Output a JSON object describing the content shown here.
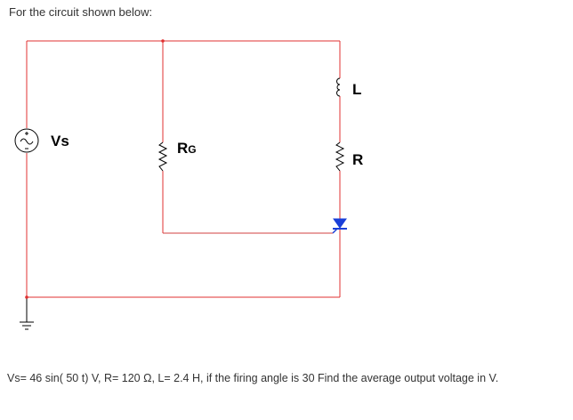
{
  "problem": {
    "prompt": "For the circuit shown below:",
    "question": "Vs= 46 sin( 50 t) V, R= 120 Ω, L= 2.4 H, if the firing angle is 30 Find the average output voltage in V."
  },
  "circuit": {
    "labels": {
      "source": "Vs",
      "gate_resistor_main": "R",
      "gate_resistor_sub": "G",
      "inductor": "L",
      "resistor": "R"
    },
    "colors": {
      "wire": "#e03030",
      "gate_wire": "#d04040",
      "thyristor": "#1a3fd8",
      "component": "#000000"
    }
  }
}
